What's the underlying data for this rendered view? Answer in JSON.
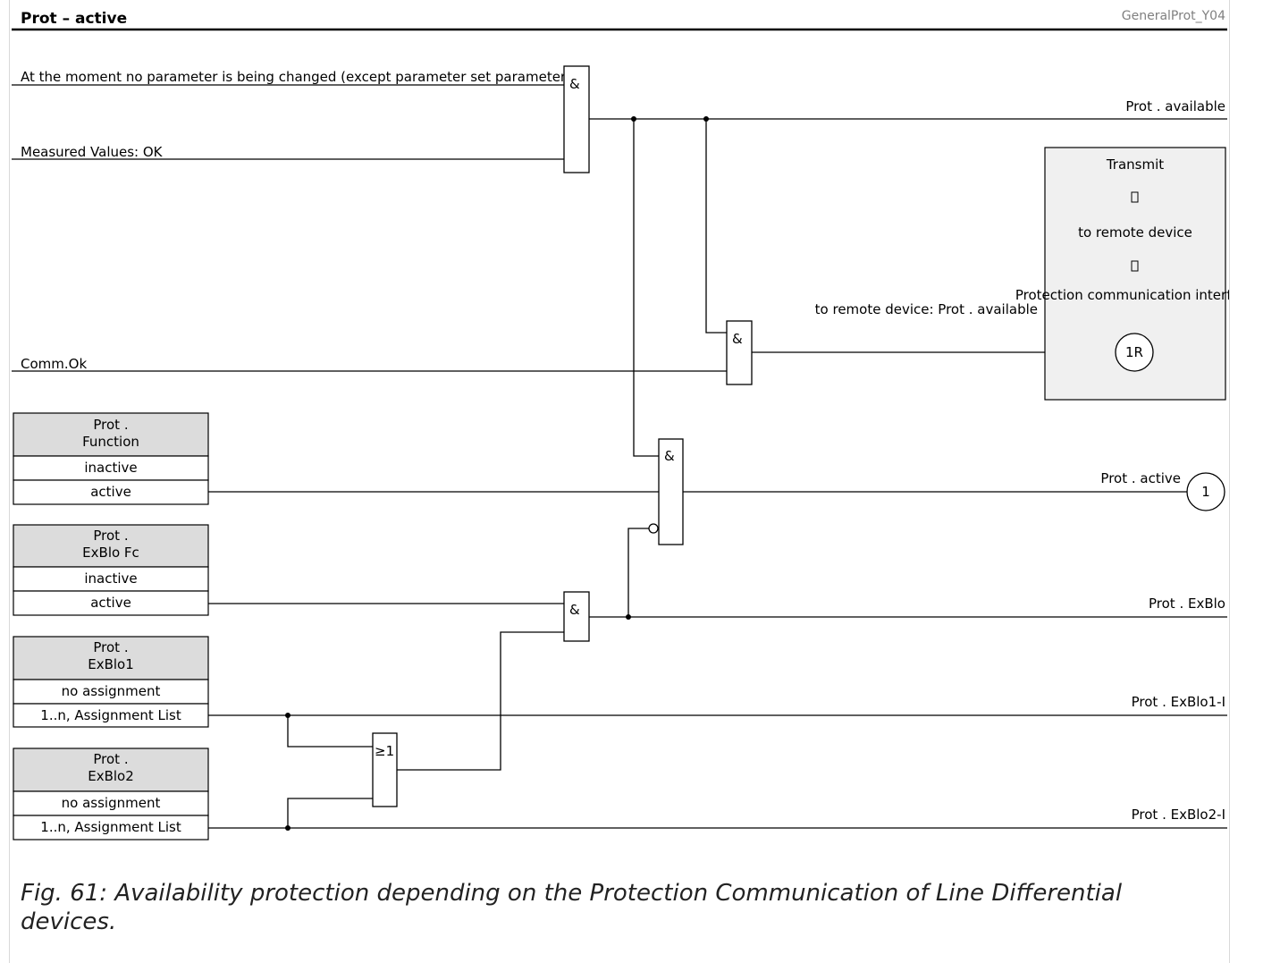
{
  "header": {
    "title": "Prot – active",
    "doc_ref": "GeneralProt_Y04"
  },
  "inputs": {
    "no_param_change": "At the moment no parameter is being changed (except parameter set parameters)",
    "measured_values": "Measured Values: OK",
    "comm_ok": "Comm.Ok"
  },
  "gates": {
    "and": "&",
    "or": "≥1"
  },
  "setting_tables": [
    {
      "header": [
        "Prot .",
        "Function"
      ],
      "options": [
        "inactive",
        "active"
      ]
    },
    {
      "header": [
        "Prot .",
        "ExBlo Fc"
      ],
      "options": [
        "inactive",
        "active"
      ]
    },
    {
      "header": [
        "Prot .",
        "ExBlo1"
      ],
      "options": [
        "no assignment",
        "1..n, Assignment List"
      ]
    },
    {
      "header": [
        "Prot .",
        "ExBlo2"
      ],
      "options": [
        "no assignment",
        "1..n, Assignment List"
      ]
    }
  ],
  "outputs": {
    "prot_available": "Prot . available",
    "remote_prot_available": "to remote device: Prot . available",
    "prot_active": "Prot . active",
    "prot_exblo": "Prot . ExBlo",
    "prot_exblo1_i": "Prot . ExBlo1-I",
    "prot_exblo2_i": "Prot . ExBlo2-I"
  },
  "transmit_box": {
    "title": "Transmit",
    "arrow_glyph": "",
    "line2": "to remote device",
    "line3": "Protection communication interface"
  },
  "connectors": {
    "remote": "1R",
    "active": "1"
  },
  "caption": "Fig. 61: Availability protection depending on the Protection Communication of Line Differential devices."
}
